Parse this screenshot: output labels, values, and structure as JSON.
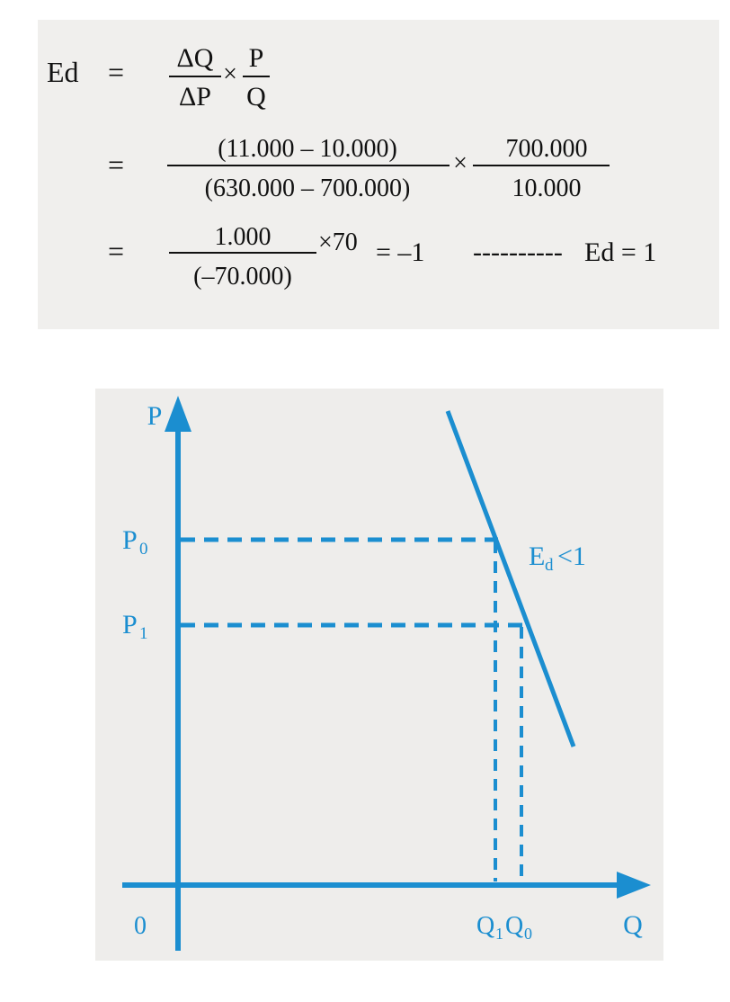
{
  "formula": {
    "lhs": "Ed",
    "eq": "=",
    "line1": {
      "frac1_num": "ΔQ",
      "frac1_den": "ΔP",
      "times": "×",
      "frac2_num": "P",
      "frac2_den": "Q"
    },
    "line2": {
      "frac1_num": "(11.000 – 10.000)",
      "frac1_den": "(630.000 – 700.000)",
      "times": "×",
      "frac2_num": "700.000",
      "frac2_den": "10.000"
    },
    "line3": {
      "frac_num": "1.000",
      "frac_den": "(–70.000)",
      "times_factor": "×70",
      "result": "= –1",
      "dashes": "----------",
      "conclusion": "Ed = 1"
    }
  },
  "diagram": {
    "y_axis_label": "P",
    "x_axis_label": "Q",
    "origin_label": "0",
    "p0_label": "P",
    "p0_sub": "0",
    "p1_label": "P",
    "p1_sub": "1",
    "q1_label": "Q",
    "q1_sub": "1",
    "q0_label": "Q",
    "q0_sub": "0",
    "curve_label_main": "E",
    "curve_label_sub": "d",
    "curve_label_rest": "<1",
    "line_color": "#1b8ed0"
  }
}
